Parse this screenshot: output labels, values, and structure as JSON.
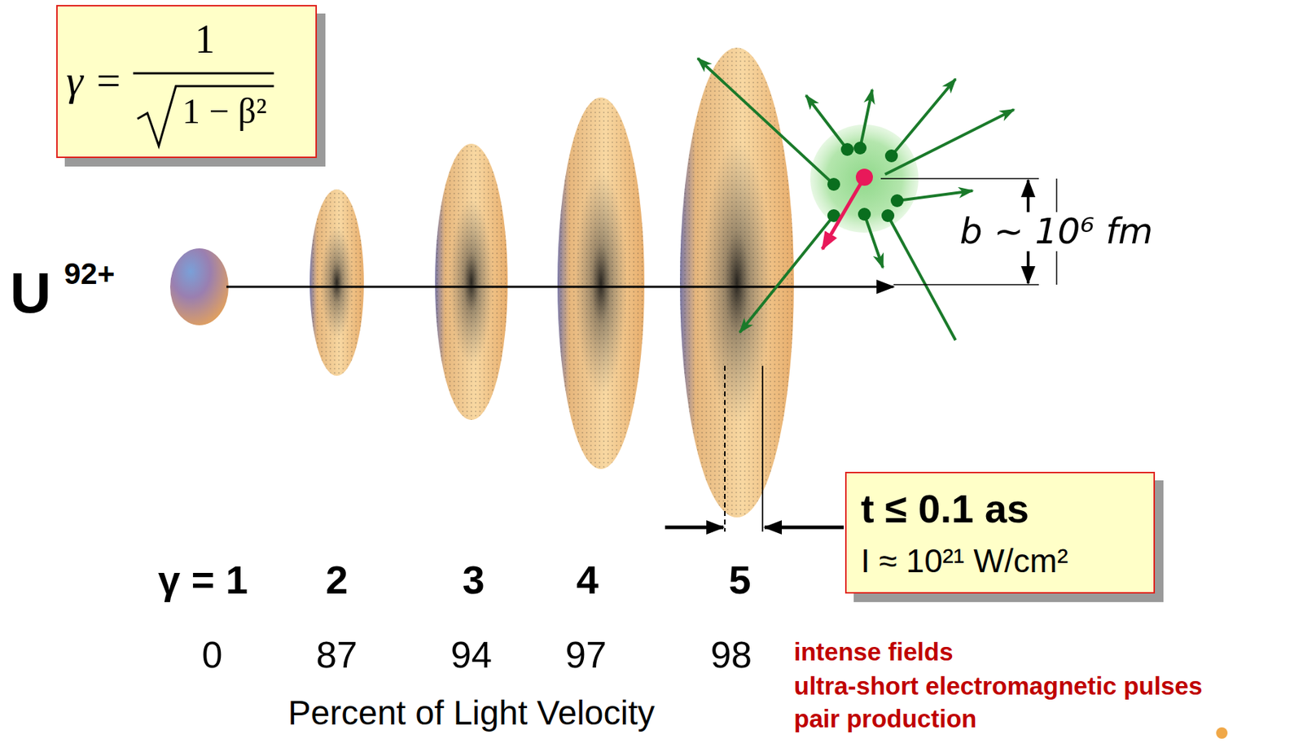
{
  "diagram": {
    "nodes": [
      {
        "text": [
          "γ =",
          "1",
          "1 − β²"
        ]
      },
      {
        "text": [
          "t ≤ 0.1 as",
          "I ≈ 10²¹ W/cm²"
        ]
      }
    ],
    "labels": [
      "U",
      "92+",
      "b ~ 10⁶ fm",
      "γ = 1",
      "2",
      "3",
      "4",
      "5",
      "0",
      "87",
      "94",
      "97",
      "98",
      "Percent of Light Velocity",
      "intense fields",
      "ultra-short electromagnetic pulses",
      "pair production"
    ]
  }
}
